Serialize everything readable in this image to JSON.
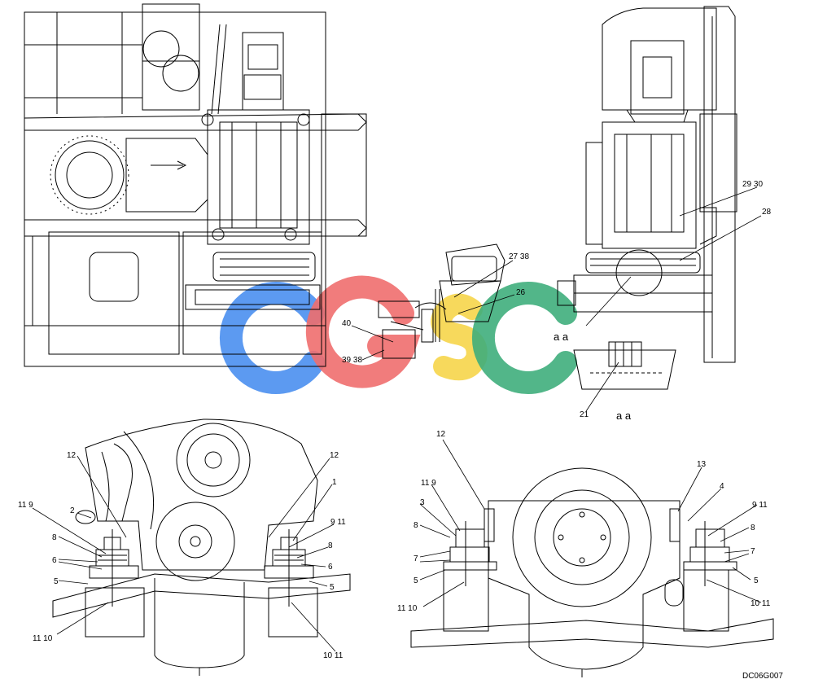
{
  "drawing_code": "DC06G007",
  "view_labels": {
    "view_aa_top": "a a",
    "view_aa_bottom": "a a"
  },
  "callouts": {
    "c_29_30": "29  30",
    "c_28": "28",
    "c_27_38": "27  38",
    "c_26": "26",
    "c_40": "40",
    "c_39_38": "39  38",
    "c_21": "21",
    "bl_12_left": "12",
    "bl_12_right": "12",
    "bl_2": "2",
    "bl_1": "1",
    "bl_11_9": "11  9",
    "bl_9_11": "9  11",
    "bl_8_left": "8",
    "bl_8_right": "8",
    "bl_6_left": "6",
    "bl_6_right": "6",
    "bl_5_left": "5",
    "bl_5_right": "5",
    "bl_11_10": "11  10",
    "bl_10_11": "10  11",
    "br_12": "12",
    "br_13": "13",
    "br_3": "3",
    "br_4": "4",
    "br_11_9": "11  9",
    "br_9_11": "9  11",
    "br_8_left": "8",
    "br_8_right": "8",
    "br_7_left": "7",
    "br_7_right": "7",
    "br_5_left": "5",
    "br_5_right": "5",
    "br_11_10": "11  10",
    "br_10_11": "10  11"
  },
  "watermark": {
    "letters": [
      "C",
      "G",
      "S",
      "C"
    ],
    "colors": [
      "#4a8ff0",
      "#ef6e6e",
      "#f6d54a",
      "#3fae7c"
    ]
  }
}
